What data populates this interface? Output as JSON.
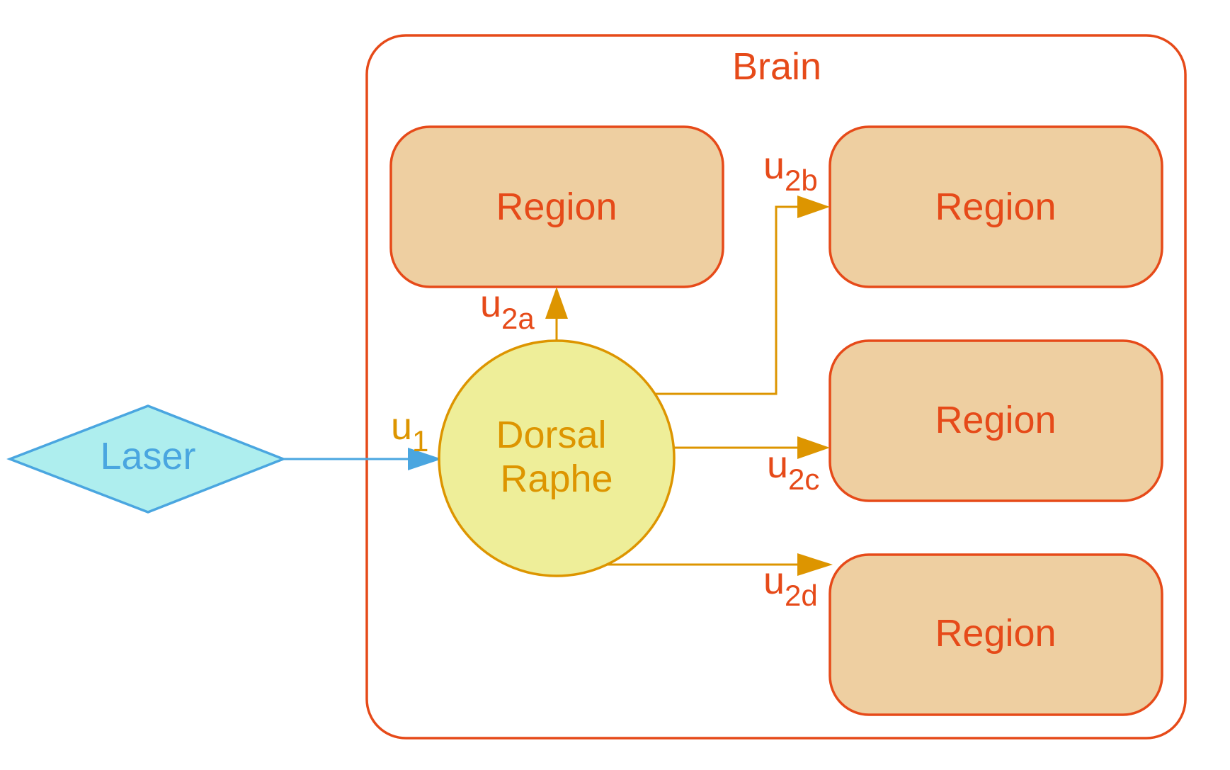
{
  "diagram": {
    "type": "flowchart",
    "colors": {
      "container_stroke": "#e64a19",
      "region_fill": "#eecfa1",
      "region_stroke": "#e64a19",
      "region_text": "#e64a19",
      "node_fill": "#eeee99",
      "node_stroke": "#dd9500",
      "node_text": "#dd9500",
      "edge_main": "#dd9500",
      "laser_fill": "#aeeeee",
      "laser_stroke": "#4aa6e0",
      "laser_text": "#4aa6e0",
      "label_red": "#e64a19",
      "label_orange": "#dd9500"
    },
    "container": {
      "id": "brain",
      "label": "Brain"
    },
    "nodes": [
      {
        "id": "laser",
        "label": "Laser",
        "shape": "diamond"
      },
      {
        "id": "dr",
        "label_line1": "Dorsal",
        "label_line2": "Raphe",
        "shape": "circle"
      },
      {
        "id": "region_a",
        "label": "Region",
        "shape": "rounded-rect"
      },
      {
        "id": "region_b",
        "label": "Region",
        "shape": "rounded-rect"
      },
      {
        "id": "region_c",
        "label": "Region",
        "shape": "rounded-rect"
      },
      {
        "id": "region_d",
        "label": "Region",
        "shape": "rounded-rect"
      }
    ],
    "edges": [
      {
        "from": "laser",
        "to": "dr",
        "label_base": "u",
        "label_sub": "1"
      },
      {
        "from": "dr",
        "to": "region_a",
        "label_base": "u",
        "label_sub": "2a"
      },
      {
        "from": "dr",
        "to": "region_b",
        "label_base": "u",
        "label_sub": "2b"
      },
      {
        "from": "dr",
        "to": "region_c",
        "label_base": "u",
        "label_sub": "2c"
      },
      {
        "from": "dr",
        "to": "region_d",
        "label_base": "u",
        "label_sub": "2d"
      }
    ]
  }
}
